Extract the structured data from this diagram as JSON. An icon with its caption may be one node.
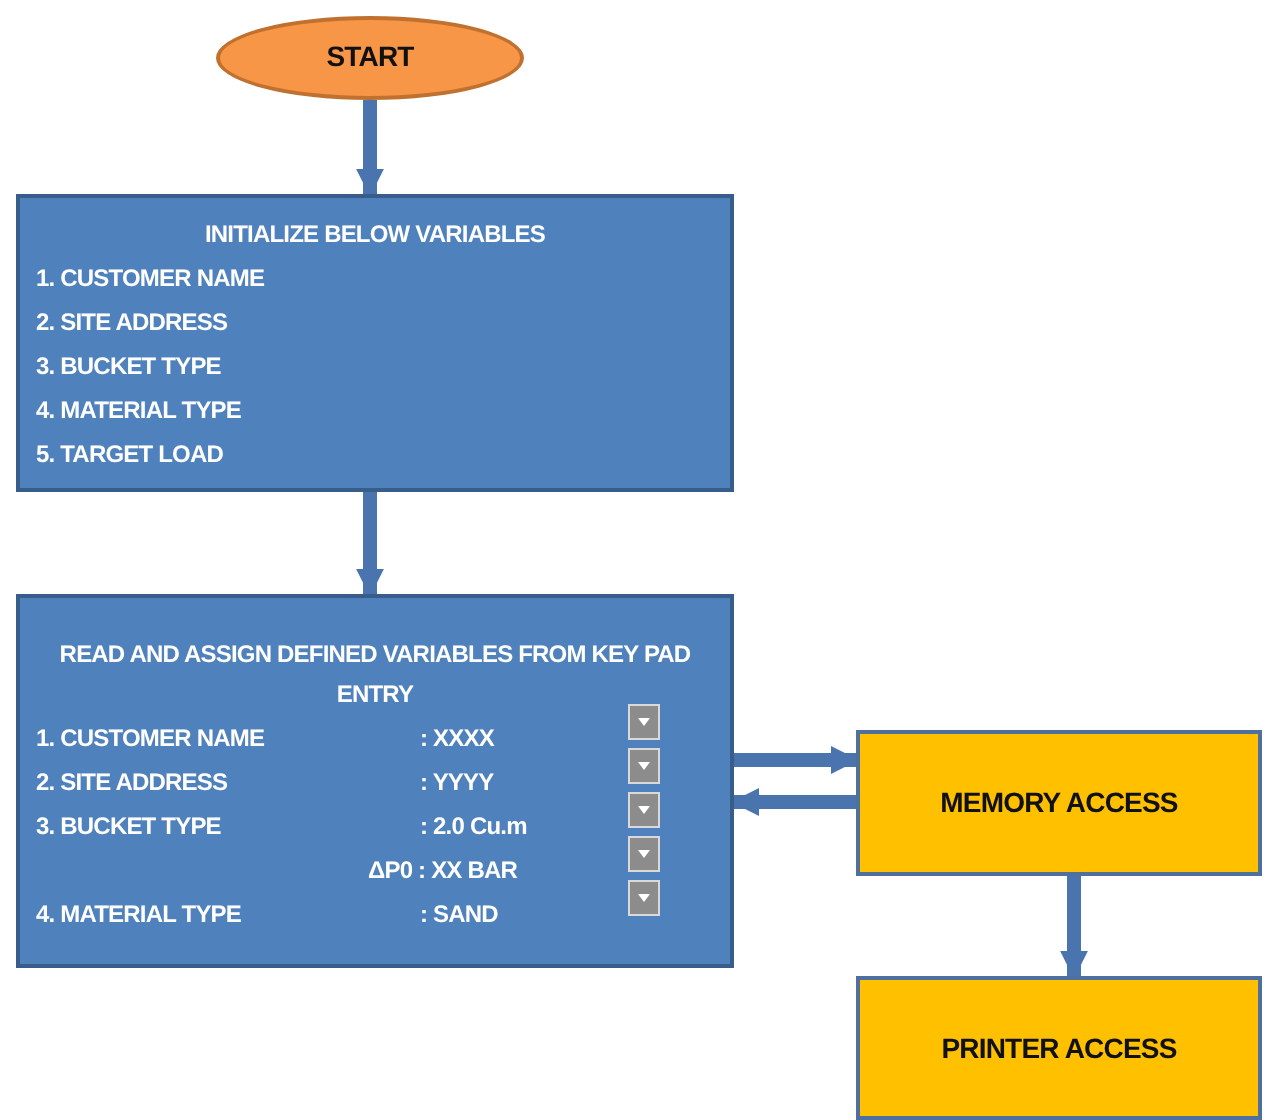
{
  "diagram": {
    "nodes": [
      {
        "text": [
          "START"
        ]
      },
      {
        "text": [
          "INITIALIZE  BELOW VARIABLES",
          "1. CUSTOMER NAME",
          "2. SITE ADDRESS",
          "3. BUCKET TYPE",
          "4. MATERIAL TYPE",
          "5. TARGET LOAD"
        ]
      },
      {
        "text": [
          "READ AND ASSIGN DEFINED VARIABLES FROM KEY PAD ENTRY",
          "1. CUSTOMER NAME",
          ": XXXX",
          "2. SITE ADDRESS",
          ": YYYY",
          "3. BUCKET TYPE",
          ": 2.0 Cu.m",
          "ΔP0 : XX BAR",
          "4. MATERIAL TYPE",
          ": SAND"
        ]
      },
      {
        "text": [
          "MEMORY ACCESS"
        ]
      },
      {
        "text": [
          "PRINTER ACCESS"
        ]
      }
    ],
    "edges": [
      {
        "from": 0,
        "to": 1,
        "arrow": "to"
      },
      {
        "from": 1,
        "to": 2,
        "arrow": "to"
      },
      {
        "from": 2,
        "to": 3,
        "arrow": "to"
      },
      {
        "from": 3,
        "to": 2,
        "arrow": "to"
      },
      {
        "from": 3,
        "to": 4,
        "arrow": "to"
      }
    ]
  }
}
